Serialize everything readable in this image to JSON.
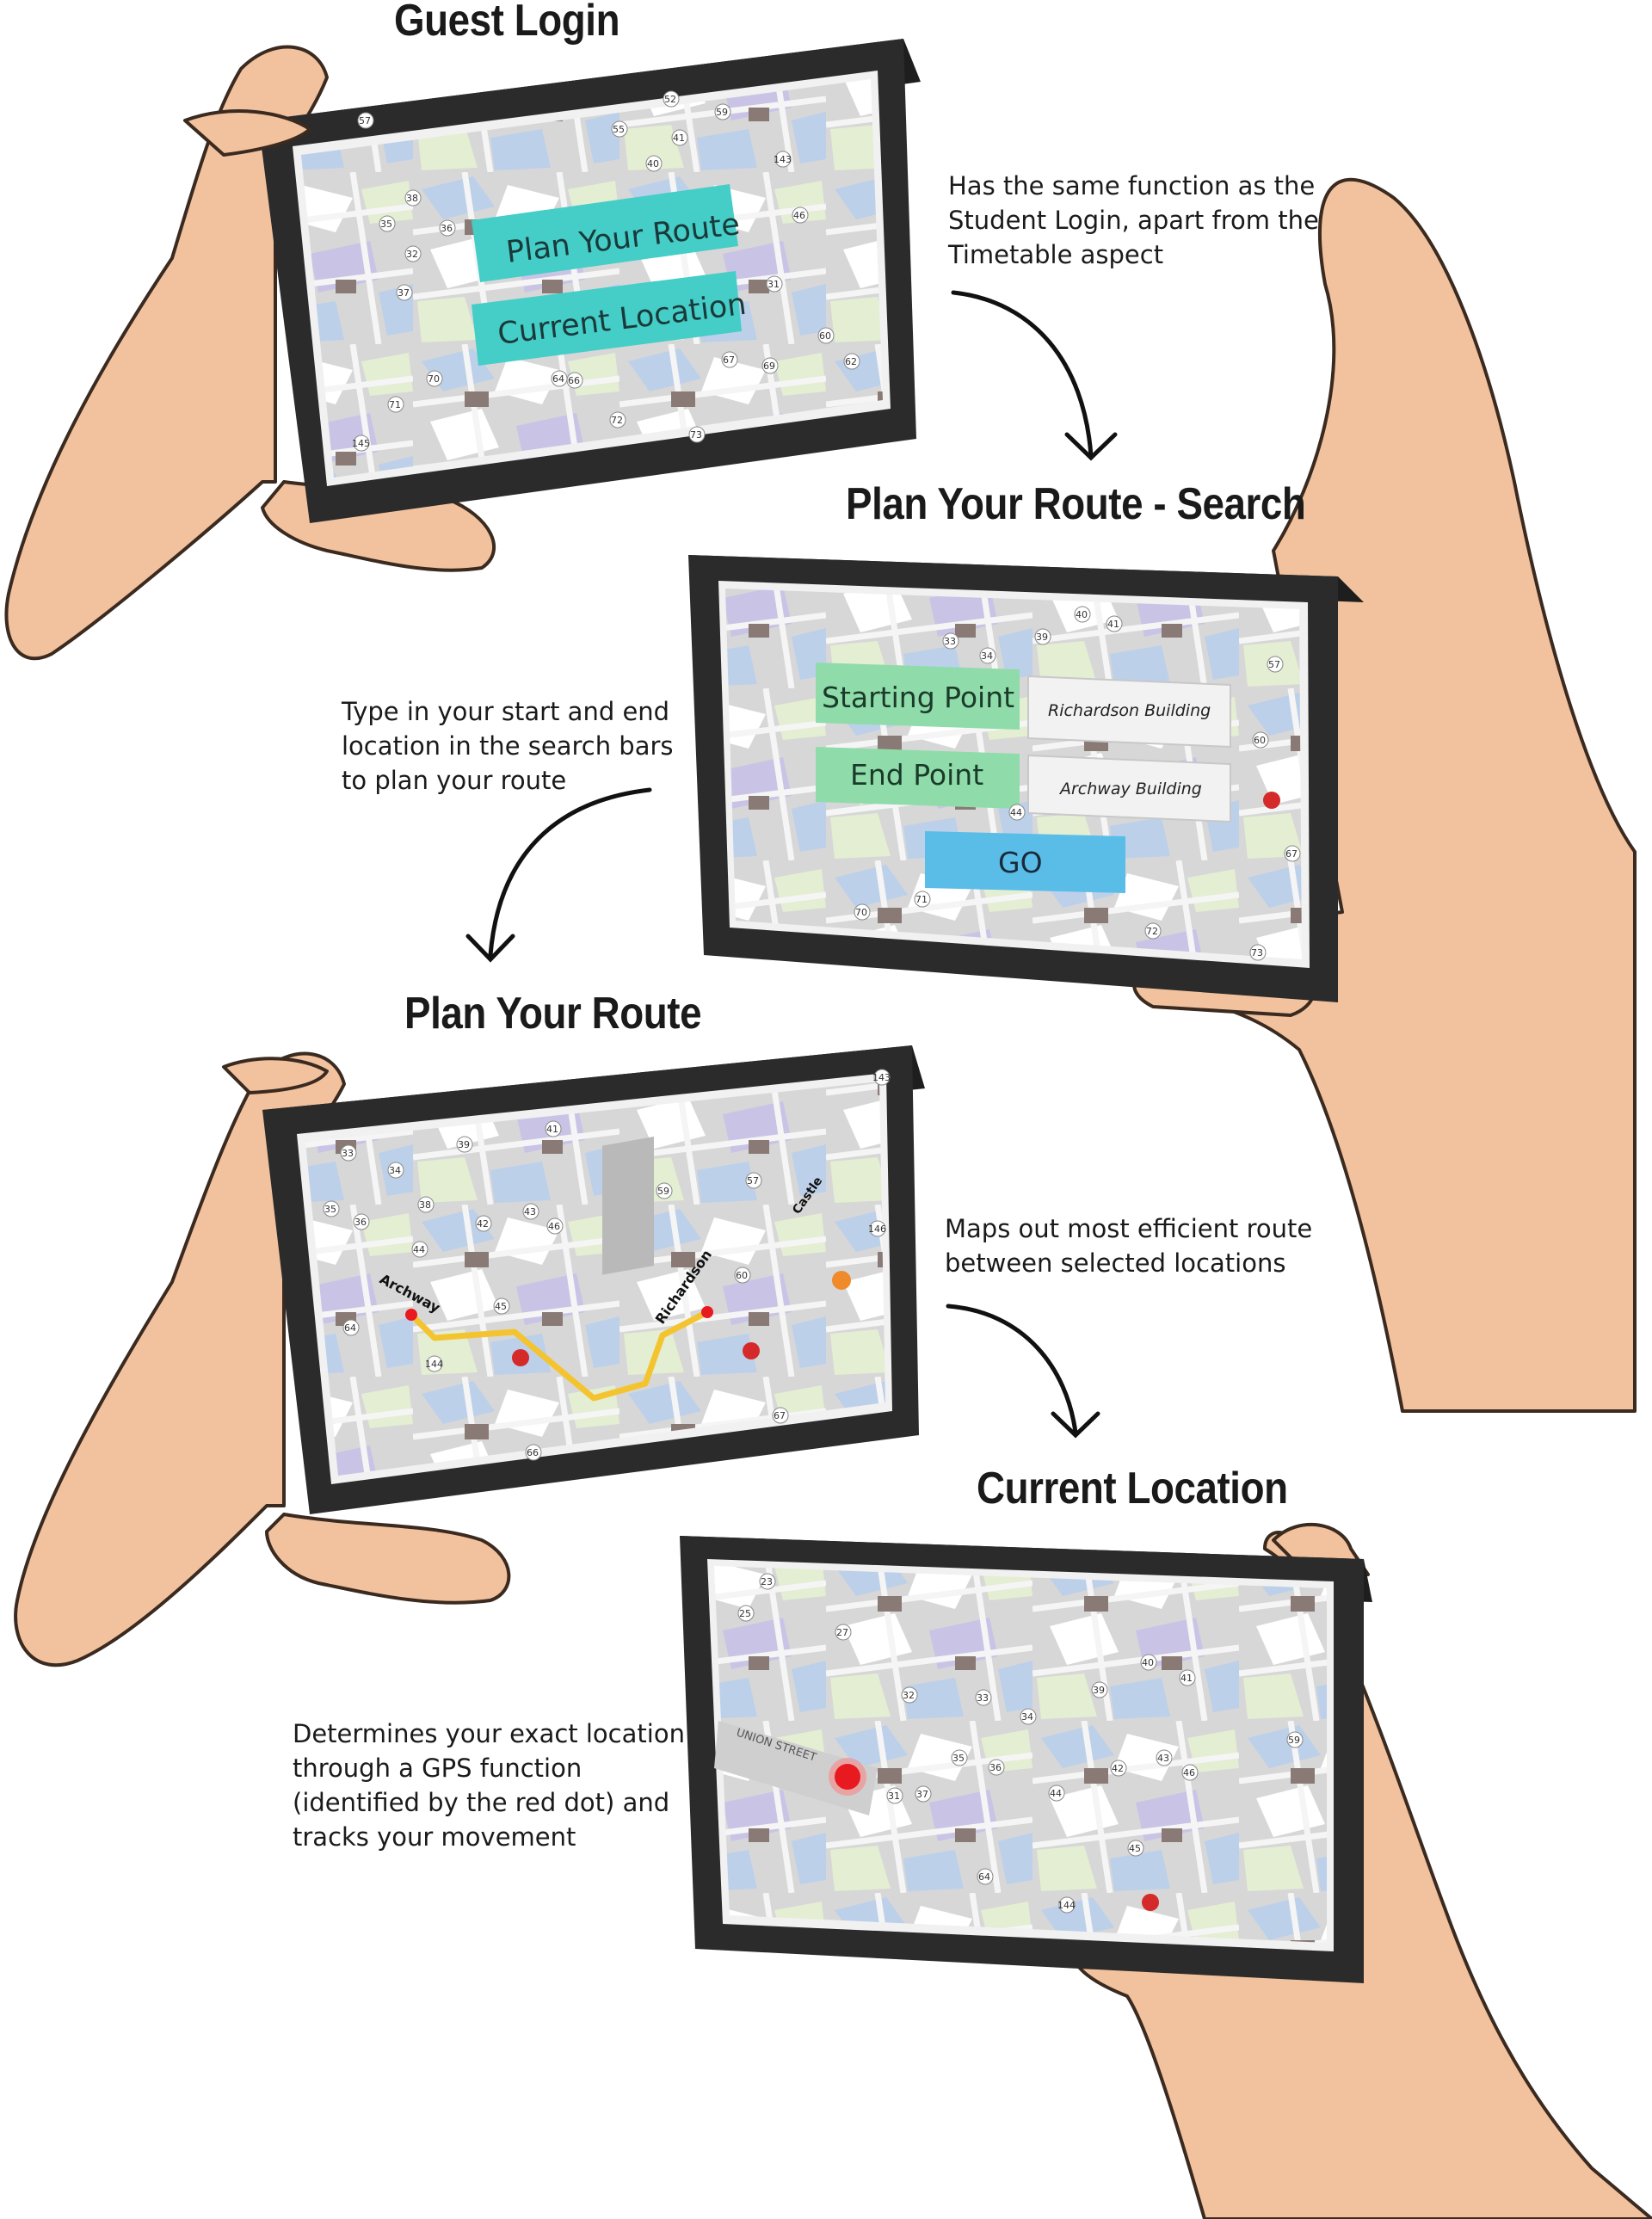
{
  "steps": [
    {
      "title": "Guest Login",
      "description": [
        "Has the same function as the",
        "Student Login, apart from the",
        "Timetable aspect"
      ],
      "buttons": [
        "Plan Your Route",
        "Current Location"
      ]
    },
    {
      "title": "Plan Your Route - Search",
      "description": [
        "Type in your start and end",
        "location in the search bars",
        "to plan your route"
      ],
      "fields": [
        {
          "label": "Starting Point",
          "value": "Richardson Building"
        },
        {
          "label": "End Point",
          "value": "Archway Building"
        }
      ],
      "go_label": "GO"
    },
    {
      "title": "Plan Your Route",
      "description": [
        "Maps out most efficient route",
        "between selected locations"
      ],
      "map_labels": [
        "Archway",
        "Richardson",
        "Castle"
      ]
    },
    {
      "title": "Current Location",
      "description": [
        "Determines your exact location",
        "through a GPS function",
        "(identified by the red dot) and",
        "tracks your movement"
      ],
      "map_labels": [
        "UNION STREET"
      ]
    }
  ],
  "map_numbers": {
    "screen1": [
      "57",
      "38",
      "55",
      "59",
      "143",
      "32",
      "37",
      "31",
      "35",
      "36",
      "40",
      "41",
      "46",
      "52",
      "64",
      "66",
      "67",
      "69",
      "70",
      "71",
      "72",
      "73",
      "145",
      "60",
      "62"
    ],
    "screen2": [
      "33",
      "34",
      "39",
      "40",
      "41",
      "57",
      "60",
      "67",
      "44",
      "70",
      "71",
      "72",
      "73"
    ],
    "screen3": [
      "39",
      "41",
      "33",
      "34",
      "38",
      "42",
      "43",
      "46",
      "36",
      "35",
      "44",
      "45",
      "57",
      "59",
      "60",
      "146",
      "64",
      "144",
      "66",
      "67",
      "143"
    ],
    "screen4": [
      "23",
      "25",
      "27",
      "32",
      "33",
      "34",
      "39",
      "40",
      "41",
      "35",
      "36",
      "31",
      "37",
      "42",
      "43",
      "46",
      "59",
      "44",
      "45",
      "64",
      "144"
    ]
  },
  "colors": {
    "skin": "#f2c29e",
    "skin_outline": "#3a2a20",
    "device": "#2b2b2b",
    "teal_button": "#45cdc7",
    "green_button": "#8fdcaa",
    "blue_button": "#59bde8",
    "route": "#f4c430",
    "location_dot": "#e8191f"
  }
}
